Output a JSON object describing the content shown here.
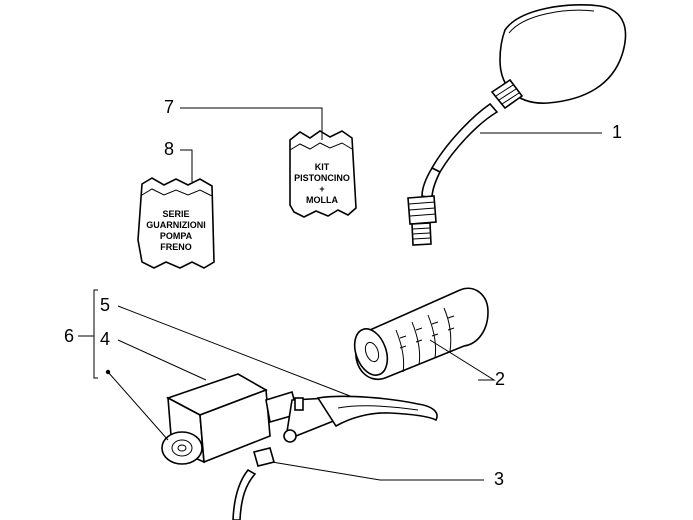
{
  "callouts": {
    "c1": "1",
    "c2": "2",
    "c3": "3",
    "c4": "4",
    "c5": "5",
    "c6": "6",
    "c7": "7",
    "c8": "8"
  },
  "bag_kit": {
    "line1": "KIT",
    "line2": "PISTONCINO",
    "line3": "+",
    "line4": "MOLLA"
  },
  "bag_seals": {
    "line1": "SERIE",
    "line2": "GUARNIZIONI",
    "line3": "POMPA",
    "line4": "FRENO"
  }
}
